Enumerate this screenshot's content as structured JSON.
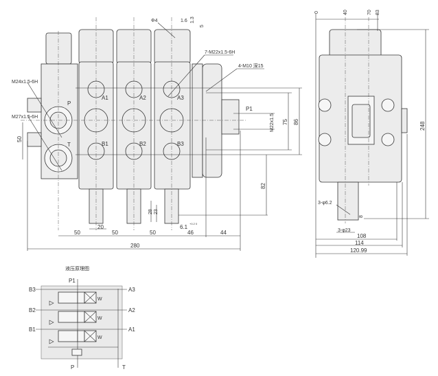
{
  "front_view": {
    "ports": {
      "p": "P",
      "t": "T",
      "a1": "A1",
      "a2": "A2",
      "a3": "A3",
      "b1": "B1",
      "b2": "B2",
      "b3": "B3",
      "p1": "P1"
    },
    "callouts": {
      "m24": "M24x1.5-6H",
      "m27": "M27x1.5-6H",
      "m22_7": "7-M22x1.5-6H",
      "m10": "4-M10 深15",
      "m22": "M22x1.5",
      "phi4": "Φ4",
      "d16": "1.6",
      "d13": "1.3",
      "d5": "5"
    },
    "dims": {
      "d50_left": "50",
      "d75": "75",
      "d86": "86",
      "d82": "82",
      "d28": "28",
      "d23": "23",
      "d20": "20",
      "d61": "6.1",
      "d61_tol": "+0.2 0",
      "b50a": "50",
      "b50b": "50",
      "b50c": "50",
      "b46": "46",
      "b44": "44",
      "b280": "280"
    }
  },
  "side_view": {
    "dims": {
      "t0": "0",
      "t40": "40",
      "t70": "70",
      "t83": "83",
      "h248": "248",
      "d8": "8",
      "phi62": "3-φ6.2",
      "phi23": "3-φ23",
      "w108": "108",
      "w114": "114",
      "w12099": "120.99"
    }
  },
  "schematic": {
    "title": "液压原理图",
    "labels": {
      "p1": "P1",
      "p": "P",
      "t": "T",
      "a1": "A1",
      "a2": "A2",
      "a3": "A3",
      "b1": "B1",
      "b2": "B2",
      "b3": "B3",
      "w": "W"
    }
  }
}
